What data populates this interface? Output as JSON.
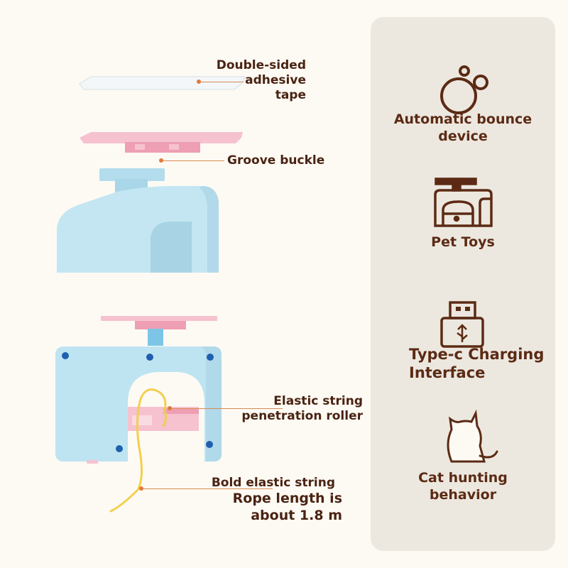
{
  "callouts": {
    "tape": "Double-sided\nadhesive\ntape",
    "groove": "Groove buckle",
    "elastic_roller": "Elastic string\npenetration roller",
    "bold_string": "Bold elastic string",
    "rope_length": "Rope length is\nabout 1.8 m"
  },
  "features": [
    {
      "label": "Automatic bounce\ndevice",
      "icon": "bubbles-icon"
    },
    {
      "label": "Pet Toys",
      "icon": "cat-tree-icon"
    },
    {
      "label": "Type-c Charging\nInterface",
      "icon": "usb-icon"
    },
    {
      "label": "Cat hunting\nbehavior",
      "icon": "cat-icon"
    }
  ],
  "colors": {
    "text_brown": "#5c2a14",
    "panel": "#ece8e0",
    "device_blue": "#bfe4f1",
    "plate_pink": "#f6c2cf",
    "string_yellow": "#f2cf4e"
  }
}
